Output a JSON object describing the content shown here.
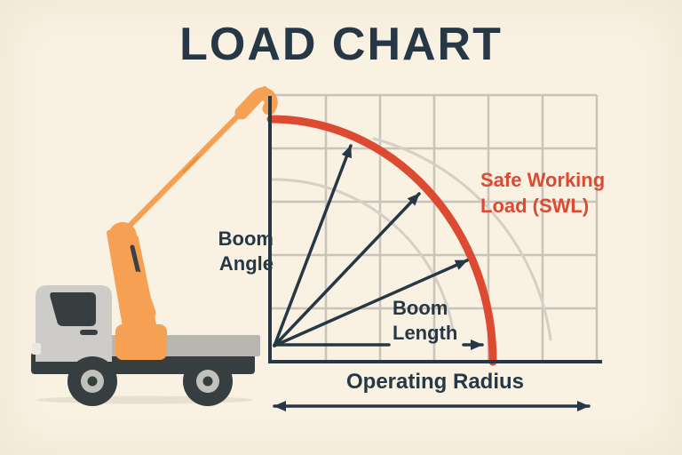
{
  "title": "LOAD CHART",
  "chart": {
    "boom_angle_label": "Boom\nAngle",
    "boom_length_label": "Boom\nLength",
    "swl_label": "Safe Working\nLoad (SWL)",
    "operating_radius_label": "Operating Radius"
  },
  "illustration": {
    "description": "flatbed truck with articulated orange crane boom reaching the chart origin",
    "parts": [
      "truck-cab",
      "cab-window",
      "door-handle",
      "front-marker-light",
      "flatbed",
      "chassis",
      "front-wheel",
      "rear-wheel",
      "crane-base",
      "crane-lower-arm",
      "crane-boom",
      "crane-boom-tip-hook",
      "hydraulic-cylinder",
      "ground-shadow"
    ]
  },
  "colors": {
    "background": "#f9f1e2",
    "ink": "#263845",
    "swl_red": "#dc4a32",
    "crane_orange": "#f5a053",
    "grid_gray": "#c9c4ba",
    "faint_arc_gray": "#d5d0c5",
    "truck_gray": "#cdccc8",
    "bed_gray": "#b9b6b1",
    "hub_gray": "#c3c1bc",
    "dark_gray": "#363e40",
    "shadow_tan": "#e7dfcf"
  }
}
